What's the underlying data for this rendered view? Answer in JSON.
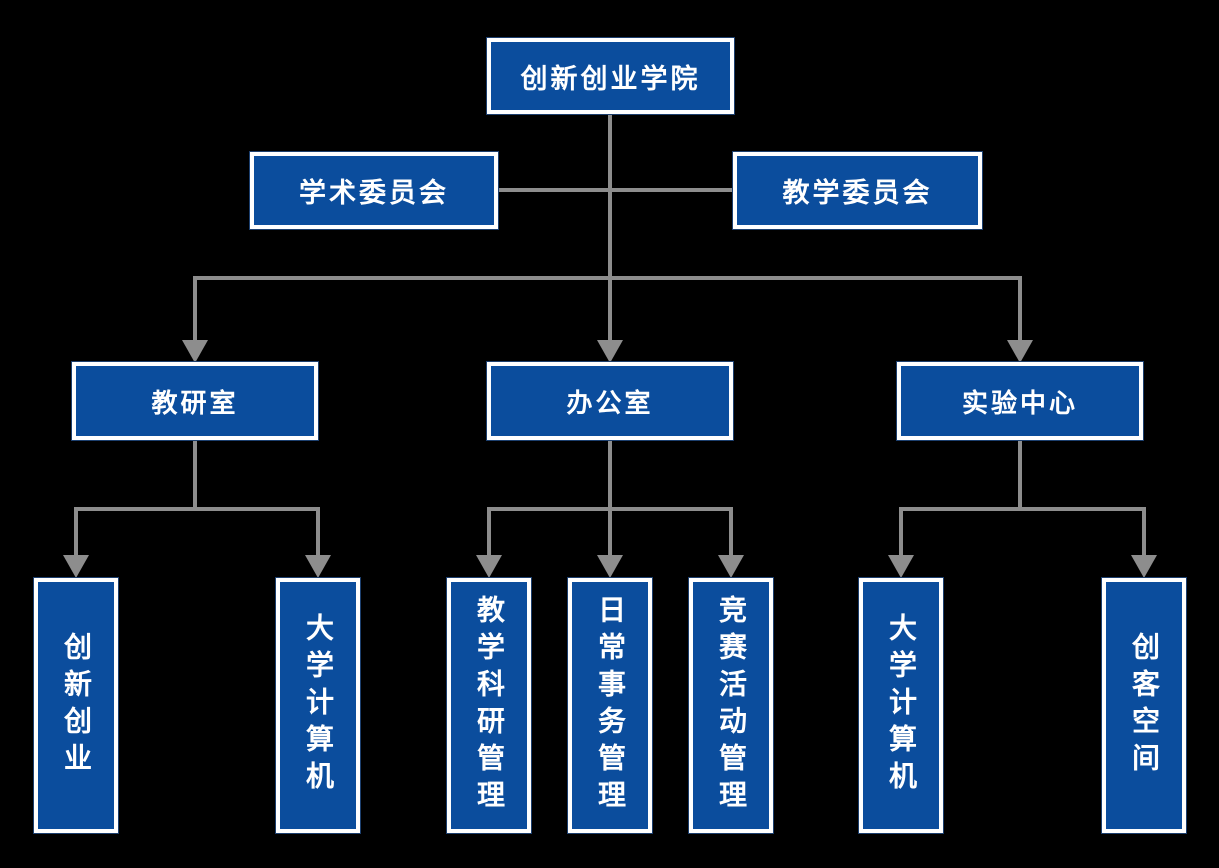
{
  "diagram": {
    "type": "org-chart",
    "colors": {
      "box_fill": "#0B4D9D",
      "box_border": "#FFFFFF",
      "box_outer_ring": "#1C3F6E",
      "connector": "#8D8D8D",
      "text": "#FFFFFF",
      "background": "#000000"
    },
    "root": {
      "label": "创新创业学院"
    },
    "committees": [
      {
        "label": "学术委员会"
      },
      {
        "label": "教学委员会"
      }
    ],
    "departments": [
      {
        "label": "教研室"
      },
      {
        "label": "办公室"
      },
      {
        "label": "实验中心"
      }
    ],
    "units": [
      {
        "label": "创新创业",
        "parent": "教研室"
      },
      {
        "label": "大学计算机",
        "parent": "教研室"
      },
      {
        "label": "教学科研管理",
        "parent": "办公室"
      },
      {
        "label": "日常事务管理",
        "parent": "办公室"
      },
      {
        "label": "竞赛活动管理",
        "parent": "办公室"
      },
      {
        "label": "大学计算机",
        "parent": "实验中心"
      },
      {
        "label": "创客空间",
        "parent": "实验中心"
      }
    ]
  }
}
